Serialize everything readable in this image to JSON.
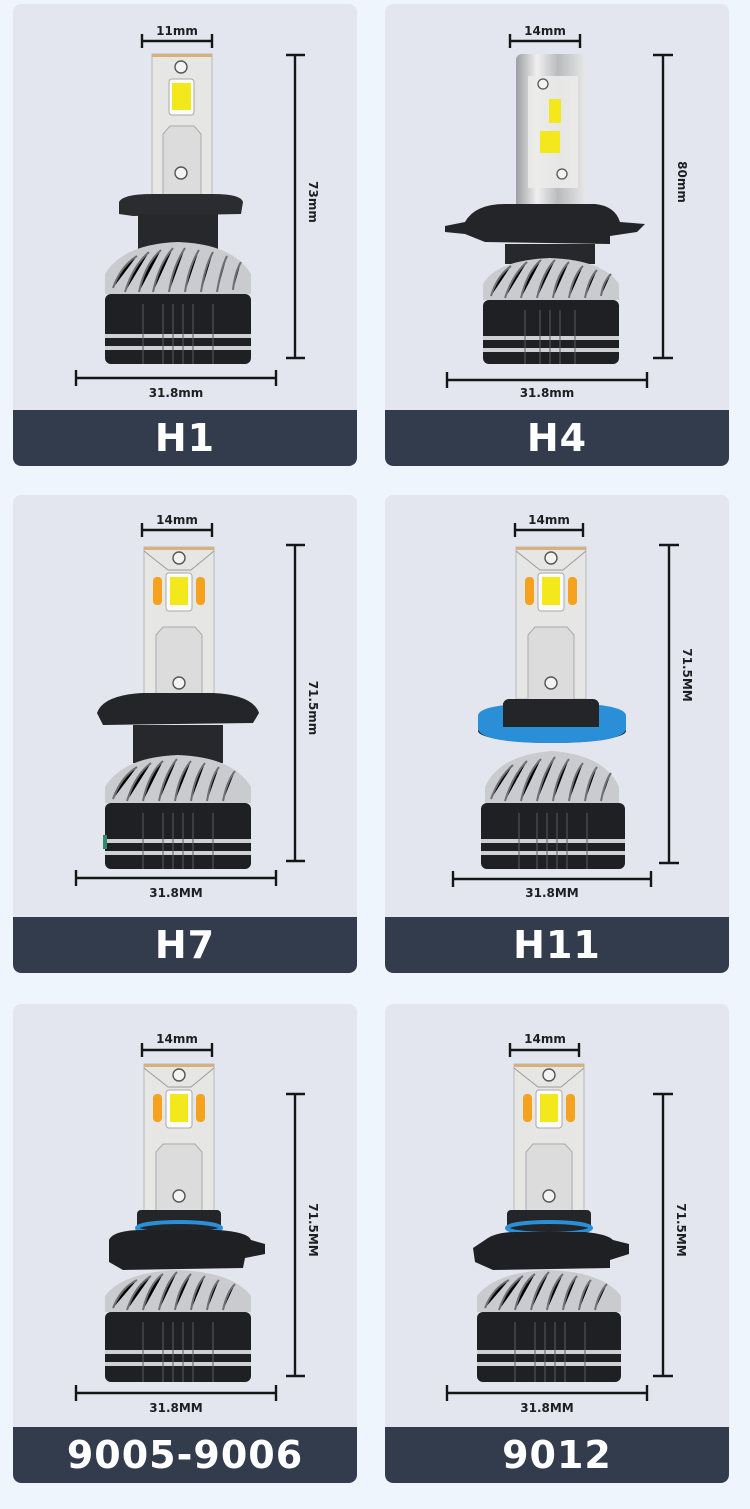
{
  "page": {
    "background": "#eff5fd",
    "card_background": "#e3e6ee",
    "label_bar_color": "#333c4d",
    "label_text_color": "#ffffff"
  },
  "bulbs": [
    {
      "model": "H1",
      "top_width": "11mm",
      "height": "73mm",
      "base_width": "31.8mm",
      "collar_style": "h1-flange",
      "led_layout": "single-chip",
      "accent_ring": null
    },
    {
      "model": "H4",
      "top_width": "14mm",
      "height": "80mm",
      "base_width": "31.8mm",
      "collar_style": "h4-flange",
      "led_layout": "dual-chip",
      "accent_ring": null
    },
    {
      "model": "H7",
      "top_width": "14mm",
      "height": "71.5mm",
      "base_width": "31.8MM",
      "collar_style": "h7-flange",
      "led_layout": "chip-with-amber-sides",
      "accent_ring": null
    },
    {
      "model": "H11",
      "top_width": "14mm",
      "height": "71.5MM",
      "base_width": "31.8MM",
      "collar_style": "h11-ring",
      "led_layout": "chip-with-amber-sides",
      "accent_ring": "#2a8fd6"
    },
    {
      "model": "9005-9006",
      "top_width": "14mm",
      "height": "71.5MM",
      "base_width": "31.8MM",
      "collar_style": "9005-socket",
      "led_layout": "chip-with-amber-sides",
      "accent_ring": "#2a8fd6"
    },
    {
      "model": "9012",
      "top_width": "14mm",
      "height": "71.5MM",
      "base_width": "31.8MM",
      "collar_style": "9012-socket",
      "led_layout": "chip-with-amber-sides",
      "accent_ring": "#2a8fd6"
    }
  ],
  "colors": {
    "led_yellow": "#f3e81c",
    "led_amber": "#f5a21e",
    "aluminium": "#d9dadc",
    "socket_black": "#1d1f22",
    "fin_silver": "#c9cbcf"
  }
}
